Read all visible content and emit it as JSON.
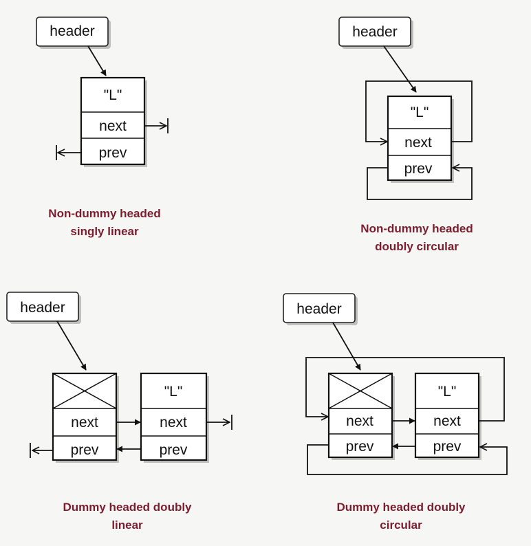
{
  "diagrams": [
    {
      "header_label": "header",
      "node_value": "\"L\"",
      "next_label": "next",
      "prev_label": "prev",
      "caption_line1": "Non-dummy headed",
      "caption_line2": "singly linear"
    },
    {
      "header_label": "header",
      "node_value": "\"L\"",
      "next_label": "next",
      "prev_label": "prev",
      "caption_line1": "Non-dummy headed",
      "caption_line2": "doubly circular"
    },
    {
      "header_label": "header",
      "node_value": "\"L\"",
      "next_label": "next",
      "prev_label": "prev",
      "caption_line1": "Dummy headed doubly",
      "caption_line2": "linear"
    },
    {
      "header_label": "header",
      "node_value": "\"L\"",
      "next_label": "next",
      "prev_label": "prev",
      "caption_line1": "Dummy headed doubly",
      "caption_line2": "circular"
    }
  ],
  "colors": {
    "caption": "#7b1d2e",
    "stroke": "#111111",
    "background": "#f6f6f4"
  }
}
